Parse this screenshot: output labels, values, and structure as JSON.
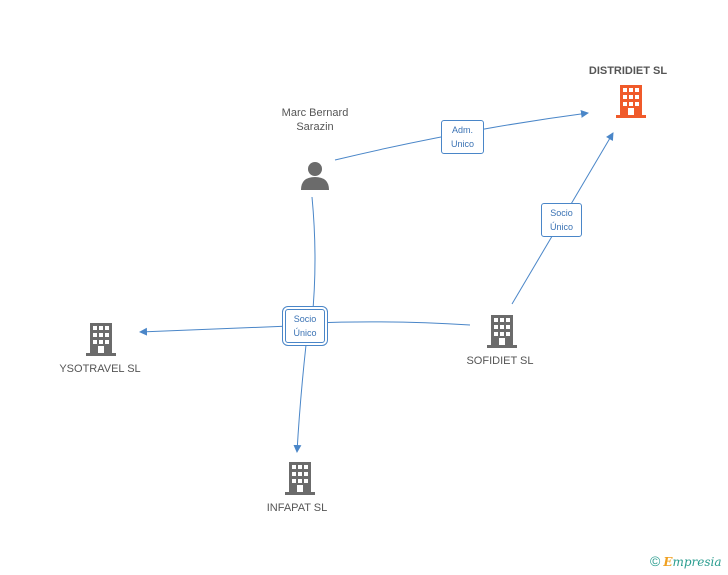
{
  "nodes": {
    "distridiet": {
      "label": "DISTRIDIET SL",
      "color": "#f05a2a",
      "icon": "building-icon"
    },
    "person": {
      "name": "Marc Bernard Sarazin",
      "color": "#6b6b6b",
      "icon": "person-icon"
    },
    "ysotravel": {
      "label": "YSOTRAVEL SL",
      "color": "#6b6b6b",
      "icon": "building-icon"
    },
    "sofidiet": {
      "label": "SOFIDIET SL",
      "color": "#6b6b6b",
      "icon": "building-icon"
    },
    "infapat": {
      "label": "INFAPAT SL",
      "color": "#6b6b6b",
      "icon": "building-icon"
    }
  },
  "edges": {
    "adm": {
      "line1": "Adm.",
      "line2": "Unico"
    },
    "socio_sofidiet": {
      "line1": "Socio",
      "line2": "Único"
    },
    "socio_center": {
      "line1": "Socio",
      "line2": "Único"
    }
  },
  "edge_color": "#4a86c8",
  "footer": {
    "copyright": "©",
    "brand_first": "E",
    "brand_rest": "mpresia"
  }
}
